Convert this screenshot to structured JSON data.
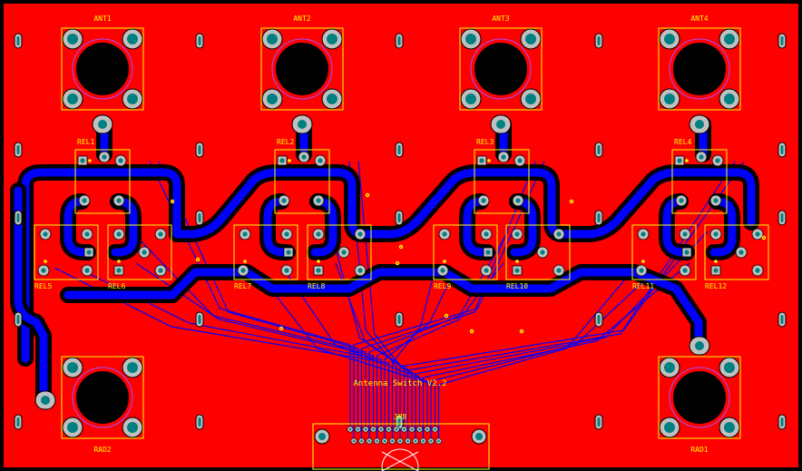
{
  "board": {
    "title": "Antenna Switch V2.2",
    "colors": {
      "copper_top": "#ff0000",
      "copper_bottom": "#0000ff",
      "silkscreen": "#ffff00",
      "clearance": "#000000",
      "pad": "#008080",
      "pad_ring": "#c0c0c0",
      "via": "#ffff00"
    }
  },
  "antennas": [
    {
      "label": "ANT1"
    },
    {
      "label": "ANT2"
    },
    {
      "label": "ANT3"
    },
    {
      "label": "ANT4"
    }
  ],
  "radios": [
    {
      "label": "RAD2"
    },
    {
      "label": "RAD1"
    }
  ],
  "relays_top": [
    {
      "label": "REL1"
    },
    {
      "label": "REL2"
    },
    {
      "label": "REL3"
    },
    {
      "label": "REL4"
    }
  ],
  "relays_bottom": [
    {
      "label": "REL5"
    },
    {
      "label": "REL6"
    },
    {
      "label": "REL7"
    },
    {
      "label": "REL8"
    },
    {
      "label": "REL9"
    },
    {
      "label": "REL10"
    },
    {
      "label": "REL11"
    },
    {
      "label": "REL12"
    }
  ],
  "connector": {
    "label": "JP8",
    "pin_count": 24
  }
}
